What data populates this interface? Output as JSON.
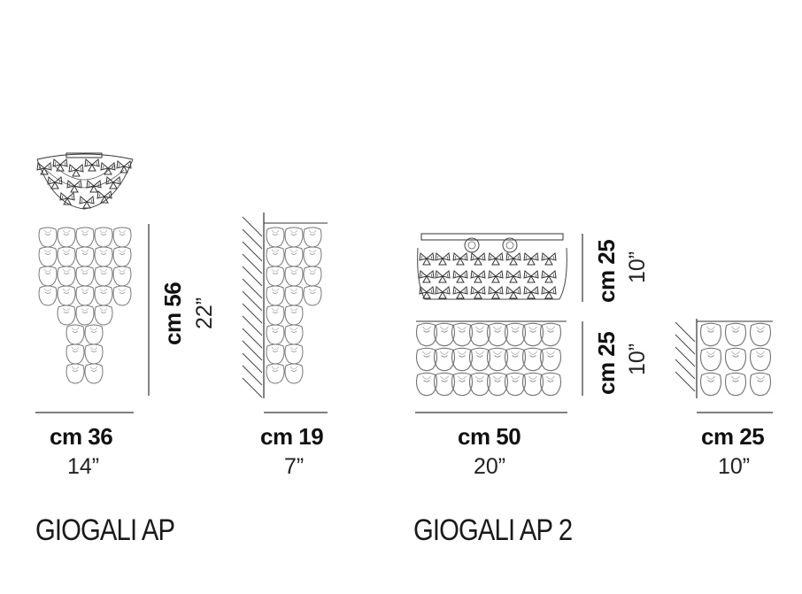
{
  "products": [
    {
      "name": "GIOGALI AP",
      "front": {
        "width_cm": "cm 36",
        "width_in": "14”"
      },
      "height": {
        "cm": "cm 56",
        "in": "22”"
      },
      "side": {
        "depth_cm": "cm 19",
        "depth_in": "7”"
      }
    },
    {
      "name": "GIOGALI AP 2",
      "front": {
        "width_cm": "cm 50",
        "width_in": "20”"
      },
      "top_view_height": {
        "cm": "cm 25",
        "in": "10”"
      },
      "front_height": {
        "cm": "cm 25",
        "in": "10”"
      },
      "side": {
        "depth_cm": "cm 25",
        "depth_in": "10”"
      }
    }
  ],
  "colors": {
    "line": "#333333",
    "glass": "#777777",
    "text": "#111111"
  }
}
